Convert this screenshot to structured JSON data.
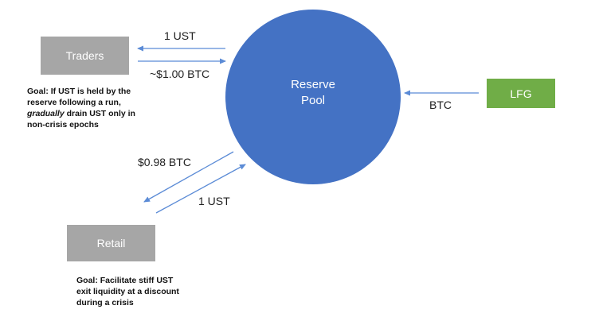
{
  "colors": {
    "pool_fill": "#4472c4",
    "gray_box": "#a6a6a6",
    "lfg_box": "#70ad47",
    "arrow": "#5b8bd6"
  },
  "nodes": {
    "traders": "Traders",
    "retail": "Retail",
    "lfg": "LFG",
    "reserve_pool_line1": "Reserve",
    "reserve_pool_line2": "Pool"
  },
  "edges": {
    "pool_to_traders": "1 UST",
    "traders_to_pool": "~$1.00 BTC",
    "lfg_to_pool": "BTC",
    "pool_to_retail": "$0.98 BTC",
    "retail_to_pool": "1 UST"
  },
  "goals": {
    "traders": {
      "part1": "Goal: If UST is held by the reserve following a run, ",
      "emphasis": "gradually",
      "part2": " drain UST only in non-crisis epochs"
    },
    "retail": "Goal: Facilitate stiff UST exit liquidity at a discount during a crisis"
  }
}
